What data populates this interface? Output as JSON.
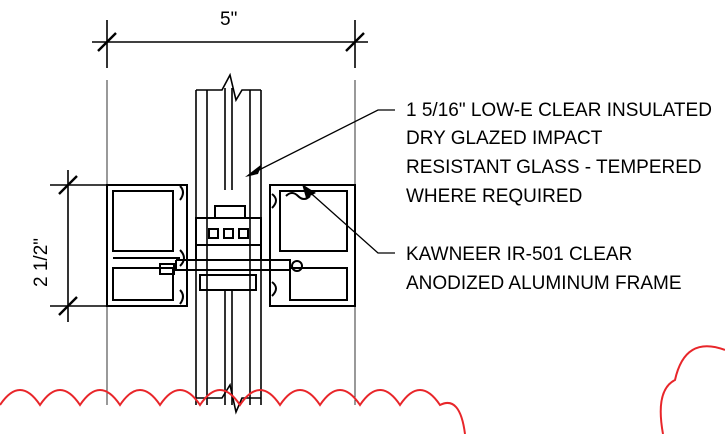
{
  "dimensions": {
    "width_label": "5\"",
    "height_label": "2 1/2\""
  },
  "callouts": {
    "glass": [
      "1 5/16\" LOW-E CLEAR INSULATED",
      "DRY GLAZED IMPACT",
      "RESISTANT GLASS - TEMPERED",
      "WHERE REQUIRED"
    ],
    "frame": [
      "KAWNEER IR-501 CLEAR",
      "ANODIZED ALUMINUM FRAME"
    ]
  },
  "colors": {
    "line": "#000000",
    "revision_cloud": "#e8262a"
  }
}
